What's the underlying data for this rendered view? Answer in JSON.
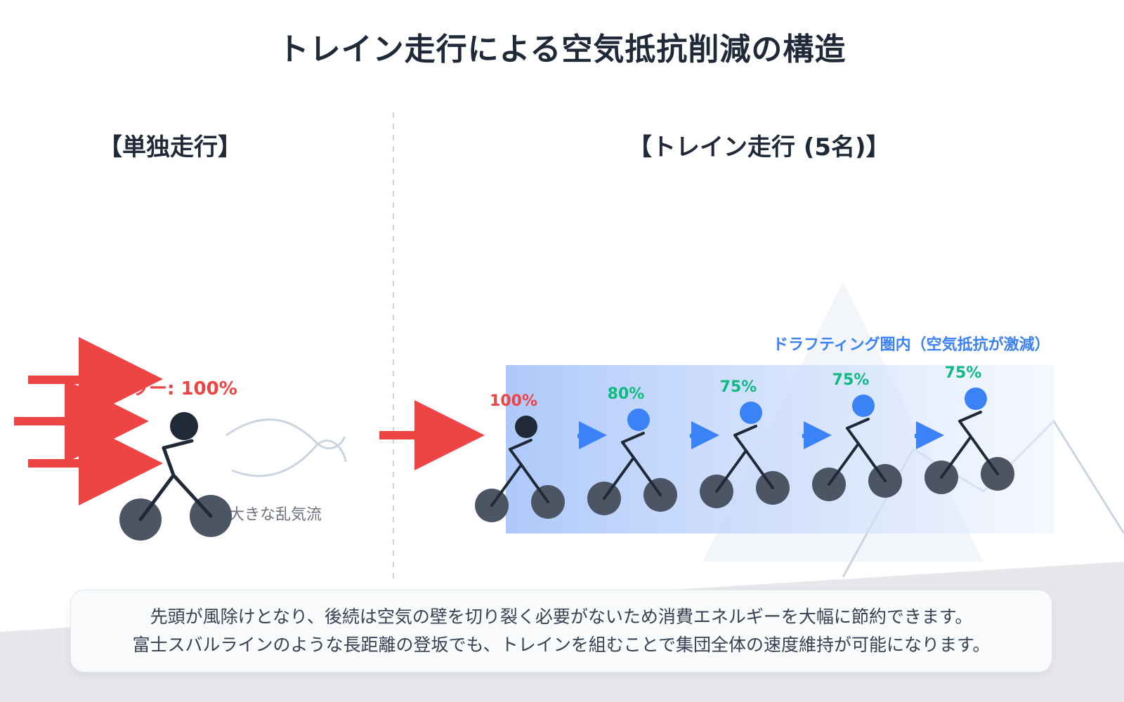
{
  "title": "トレイン走行による空気抵抗削減の構造",
  "solo": {
    "heading": "【単独走行】",
    "power_label": "パワー: 100%",
    "turbulence_label": "大きな乱気流"
  },
  "train": {
    "heading": "【トレイン走行 (5名)】",
    "zone_label": "ドラフティング圏内（空気抵抗が激減）",
    "riders": [
      {
        "power": "100%",
        "role": "lead"
      },
      {
        "power": "80%",
        "role": "follower"
      },
      {
        "power": "75%",
        "role": "follower"
      },
      {
        "power": "75%",
        "role": "follower"
      },
      {
        "power": "75%",
        "role": "follower"
      }
    ]
  },
  "caption": {
    "line1": "先頭が風除けとなり、後続は空気の壁を切り裂く必要がないため消費エネルギーを大幅に節約できます。",
    "line2": "富士スバルラインのような長距離の登坂でも、トレインを組むことで集団全体の速度維持が可能になります。"
  },
  "colors": {
    "title": "#1f2937",
    "wind_arrow": "#ef4444",
    "lead_power": "#ef4444",
    "follower_power": "#10b981",
    "zone_label": "#3b82f6",
    "follower_head": "#3b82f6",
    "lead_head": "#1f2937",
    "wheel": "#4b5563",
    "frame": "#1f2937",
    "draft_arrow": "#3b82f6",
    "turbulence": "#cbd5e1"
  }
}
